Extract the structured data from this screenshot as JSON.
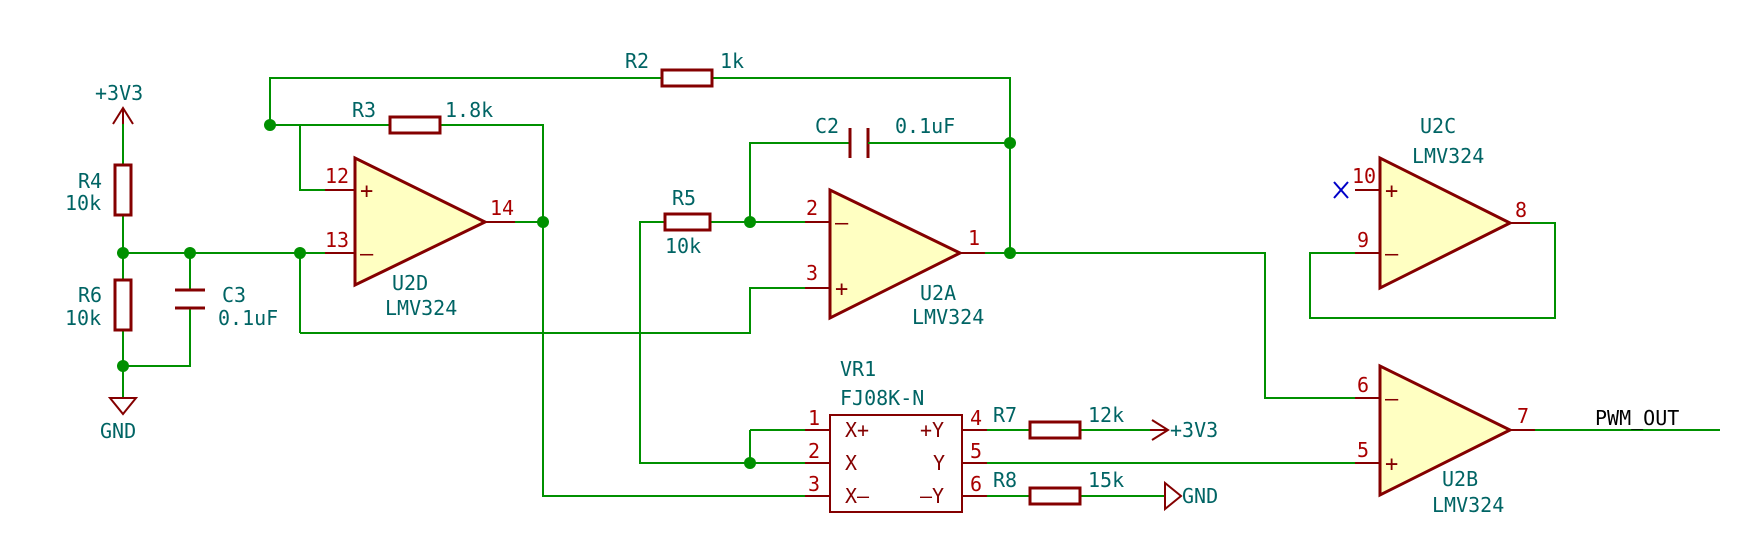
{
  "colors": {
    "wire": "#009000",
    "component_outline": "#840000",
    "component_fill": "#ffffc2",
    "reference_text": "#006464",
    "pin_number_text": "#a90000",
    "no_connect": "#0000c8"
  },
  "power": {
    "v33_top": "+3V3",
    "gnd_left": "GND",
    "v33_vr": "+3V3",
    "gnd_vr": "GND"
  },
  "resistors": {
    "r2": {
      "ref": "R2",
      "value": "1k"
    },
    "r3": {
      "ref": "R3",
      "value": "1.8k"
    },
    "r4": {
      "ref": "R4",
      "value": "10k"
    },
    "r5": {
      "ref": "R5",
      "value": "10k"
    },
    "r6": {
      "ref": "R6",
      "value": "10k"
    },
    "r7": {
      "ref": "R7",
      "value": "12k"
    },
    "r8": {
      "ref": "R8",
      "value": "15k"
    }
  },
  "capacitors": {
    "c2": {
      "ref": "C2",
      "value": "0.1uF"
    },
    "c3": {
      "ref": "C3",
      "value": "0.1uF"
    }
  },
  "opamps": {
    "u2a": {
      "ref": "U2A",
      "value": "LMV324",
      "pin_minus": "2",
      "pin_plus": "3",
      "pin_out": "1"
    },
    "u2b": {
      "ref": "U2B",
      "value": "LMV324",
      "pin_minus": "6",
      "pin_plus": "5",
      "pin_out": "7"
    },
    "u2c": {
      "ref": "U2C",
      "value": "LMV324",
      "pin_plus": "10",
      "pin_minus": "9",
      "pin_out": "8"
    },
    "u2d": {
      "ref": "U2D",
      "value": "LMV324",
      "pin_plus": "12",
      "pin_minus": "13",
      "pin_out": "14"
    }
  },
  "opamp_symbols": {
    "plus": "+",
    "minus": "–"
  },
  "joystick": {
    "ref": "VR1",
    "value": "FJ08K-N",
    "pins": {
      "p1": {
        "num": "1",
        "name": "X+"
      },
      "p2": {
        "num": "2",
        "name": "X"
      },
      "p3": {
        "num": "3",
        "name": "X–"
      },
      "p4": {
        "num": "4",
        "name": "+Y"
      },
      "p5": {
        "num": "5",
        "name": "Y"
      },
      "p6": {
        "num": "6",
        "name": "–Y"
      }
    }
  },
  "net_labels": {
    "pwm_out": "PWM_OUT"
  }
}
